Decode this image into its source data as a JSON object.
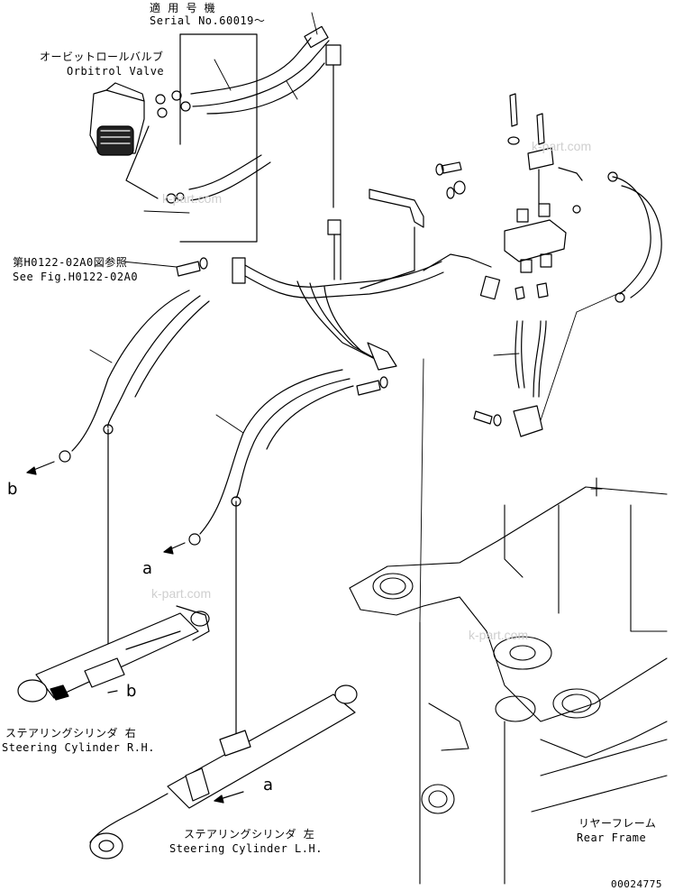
{
  "labels": {
    "serial_jp": "適 用 号 機",
    "serial_en": "Serial No.60019～",
    "orbitrol_jp": "オービットロールバルブ",
    "orbitrol_en": "Orbitrol Valve",
    "ref_jp": "第H0122-02A0図参照",
    "ref_en": "See Fig.H0122-02A0",
    "steer_rh_jp": "ステアリングシリンダ 右",
    "steer_rh_en": "Steering Cylinder R.H.",
    "steer_lh_jp": "ステアリングシリンダ 左",
    "steer_lh_en": "Steering Cylinder L.H.",
    "rear_frame_jp": "リヤーフレーム",
    "rear_frame_en": "Rear Frame",
    "figure_no": "00024775"
  },
  "connection_letters": {
    "b_left": "b",
    "b_right": "b",
    "a_left": "a",
    "a_right": "a"
  },
  "watermarks": [
    "k-part.com",
    "k-part.com",
    "k-part.com",
    "k-part.com"
  ]
}
